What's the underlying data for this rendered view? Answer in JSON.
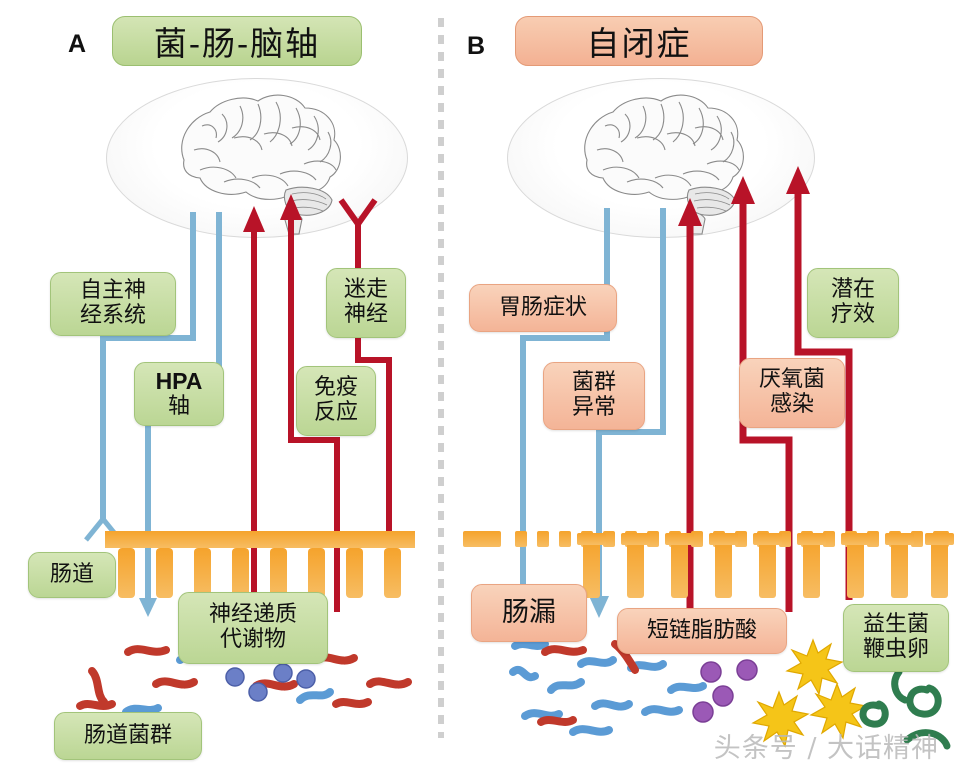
{
  "figure": {
    "watermark": "头条号 / 大话精神",
    "divider": "vertical-dashed-divider",
    "colors": {
      "green_box": "#c6dca4",
      "orange_box": "#f6c1a4",
      "blue_arrow": "#7fb4d4",
      "red_arrow": "#b81328",
      "gut_orange": "#f4a83c",
      "bacteria_red": "#c0392b",
      "bacteria_blue": "#5b9bd5",
      "cocci_blue": "#6b7fc7",
      "cocci_purple": "#9b59b6",
      "spike_yellow": "#f5c518",
      "worm_green": "#2f7d4f"
    }
  },
  "panel_a": {
    "letter": "A",
    "title": "菌-肠-脑轴",
    "title_style": "green",
    "labels": [
      {
        "id": "autonomic-nervous-system",
        "lines": [
          "自主神",
          "经系统"
        ],
        "style": "green"
      },
      {
        "id": "hpa-axis",
        "lines": [
          "HPA",
          "轴"
        ],
        "style": "green"
      },
      {
        "id": "vagus-nerve",
        "lines": [
          "迷走",
          "神经"
        ],
        "style": "green"
      },
      {
        "id": "immune-response",
        "lines": [
          "免疫",
          "反应"
        ],
        "style": "green"
      },
      {
        "id": "gut",
        "lines": [
          "肠道"
        ],
        "style": "green"
      },
      {
        "id": "neurotransmitter-metabolites",
        "lines": [
          "神经递质",
          "代谢物"
        ],
        "style": "green"
      },
      {
        "id": "gut-microbiota",
        "lines": [
          "肠道菌群"
        ],
        "style": "green"
      }
    ],
    "gut_barrier": "intact",
    "arrows_down": 2,
    "arrows_up": 3
  },
  "panel_b": {
    "letter": "B",
    "title": "自闭症",
    "title_style": "orange",
    "labels": [
      {
        "id": "gi-symptoms",
        "lines": [
          "胃肠症状"
        ],
        "style": "orange"
      },
      {
        "id": "dysbiosis",
        "lines": [
          "菌群",
          "异常"
        ],
        "style": "orange"
      },
      {
        "id": "anaerobic-infection",
        "lines": [
          "厌氧菌",
          "感染"
        ],
        "style": "orange"
      },
      {
        "id": "potential-therapy",
        "lines": [
          "潜在",
          "疗效"
        ],
        "style": "green"
      },
      {
        "id": "leaky-gut",
        "lines": [
          "肠漏"
        ],
        "style": "orange"
      },
      {
        "id": "short-chain-fatty-acids",
        "lines": [
          "短链脂肪酸"
        ],
        "style": "orange"
      },
      {
        "id": "probiotics-whipworm-eggs",
        "lines": [
          "益生菌",
          "鞭虫卵"
        ],
        "style": "green"
      }
    ],
    "gut_barrier": "leaky-dashed",
    "arrows_down": 2,
    "arrows_up": 3
  }
}
